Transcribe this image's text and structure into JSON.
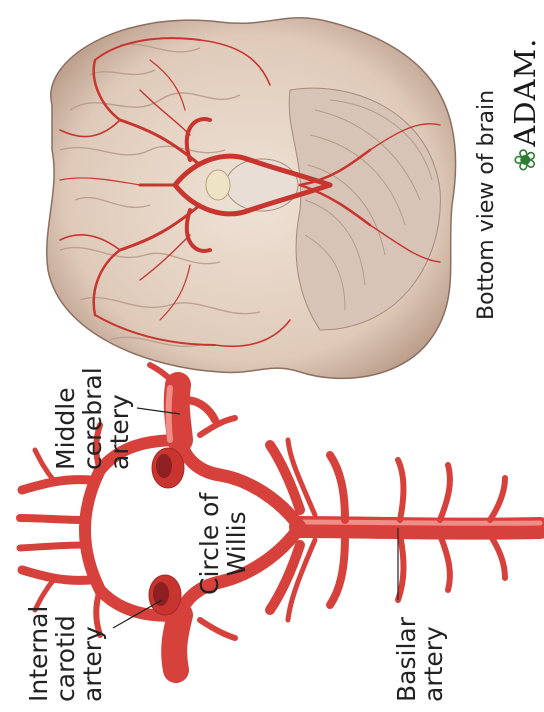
{
  "labels": {
    "middle_cerebral": [
      "Middle",
      "cerebral",
      "artery"
    ],
    "internal_carotid": [
      "Internal",
      "carotid",
      "artery"
    ],
    "circle_of_willis": [
      "Circle of",
      "Willis"
    ],
    "basilar": [
      "Basilar",
      "artery"
    ]
  },
  "caption": "Bottom view of brain",
  "logo": {
    "text": "ADAM.",
    "icon": "leaf-icon"
  },
  "colors": {
    "artery": "#d6413c",
    "artery_dark": "#a8262a",
    "artery_light": "#ef8d86",
    "brain": "#e8d9cd",
    "brain_shade": "#c9b3a4",
    "logo_accent": "#2e7d32"
  }
}
